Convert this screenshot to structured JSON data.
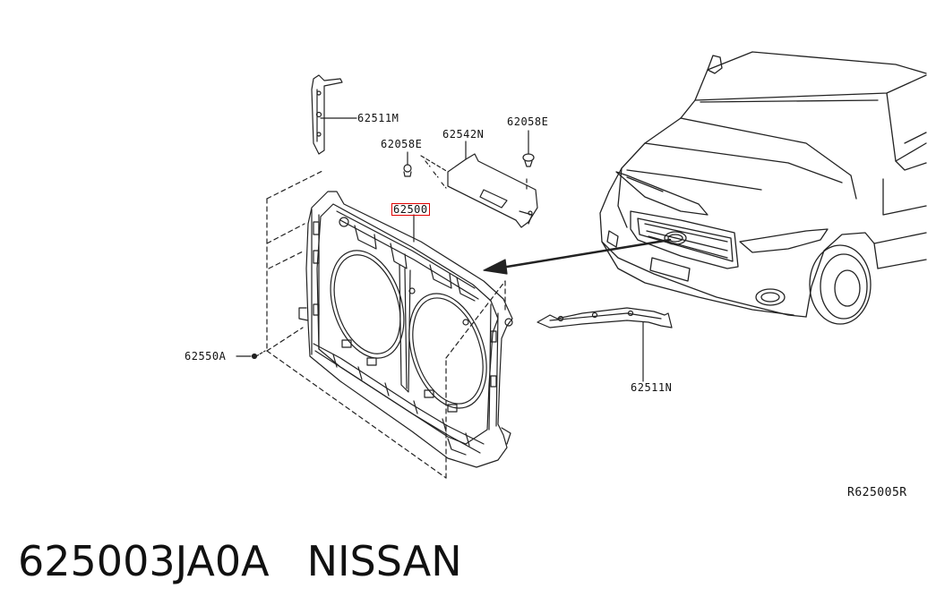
{
  "diagram": {
    "callouts": [
      {
        "id": "62511M",
        "text": "62511M"
      },
      {
        "id": "62058E_left",
        "text": "62058E"
      },
      {
        "id": "62542N",
        "text": "62542N"
      },
      {
        "id": "62058E_right",
        "text": "62058E"
      },
      {
        "id": "62500",
        "text": "62500",
        "highlight_color": "#e00000"
      },
      {
        "id": "62550A",
        "text": "62550A"
      },
      {
        "id": "62511N",
        "text": "62511N"
      }
    ],
    "reference_code": "R625005R"
  },
  "footer": {
    "part_number": "625003JA0A",
    "brand": "NISSAN"
  }
}
